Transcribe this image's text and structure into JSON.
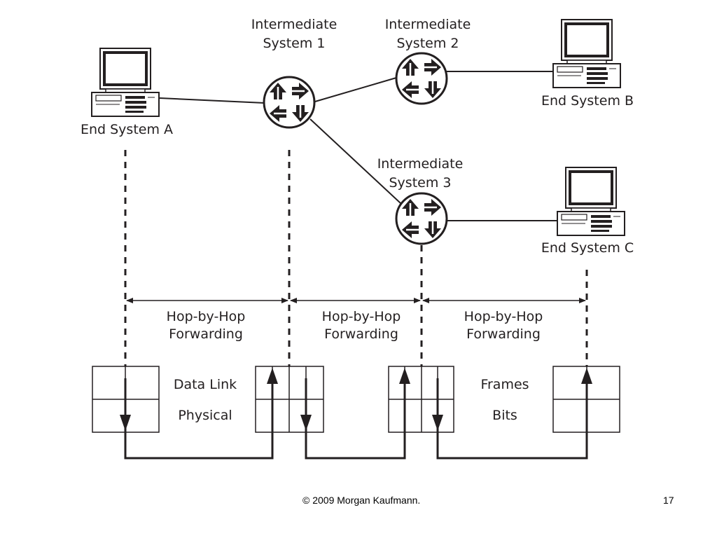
{
  "nodes": {
    "end_system_a": {
      "label": "End System A"
    },
    "end_system_b": {
      "label": "End System B"
    },
    "end_system_c": {
      "label": "End System C"
    },
    "intermediate_1": {
      "label_line1": "Intermediate",
      "label_line2": "System 1"
    },
    "intermediate_2": {
      "label_line1": "Intermediate",
      "label_line2": "System 2"
    },
    "intermediate_3": {
      "label_line1": "Intermediate",
      "label_line2": "System 3"
    }
  },
  "hops": [
    {
      "line1": "Hop-by-Hop",
      "line2": "Forwarding"
    },
    {
      "line1": "Hop-by-Hop",
      "line2": "Forwarding"
    },
    {
      "line1": "Hop-by-Hop",
      "line2": "Forwarding"
    }
  ],
  "layers": {
    "upper": "Data Link",
    "lower": "Physical",
    "upper_unit": "Frames",
    "lower_unit": "Bits"
  },
  "footer": {
    "copyright": "© 2009 Morgan Kaufmann.",
    "page_number": "17"
  },
  "colors": {
    "stroke": "#231f20",
    "background": "#ffffff"
  },
  "icons": [
    "computer-icon",
    "router-icon",
    "double-arrow-icon"
  ]
}
